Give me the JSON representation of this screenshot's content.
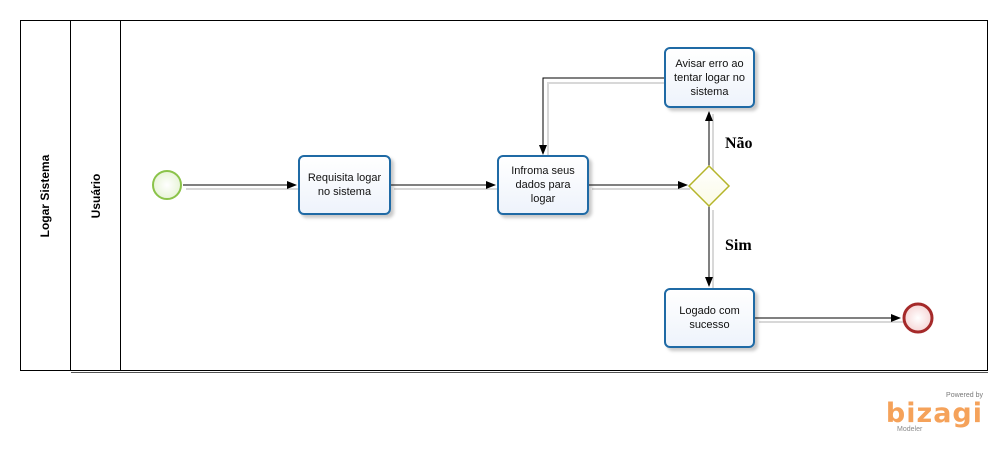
{
  "pool": {
    "label": "Logar Sistema"
  },
  "lane": {
    "label": "Usuário"
  },
  "tasks": {
    "request": "Requisita logar no sistema",
    "enter": "Infroma seus dados para logar",
    "error": "Avisar erro ao tentar logar no sistema",
    "success": "Logado com sucesso"
  },
  "flows": {
    "no": "Não",
    "yes": "Sim"
  },
  "branding": {
    "powered_by": "Powered by",
    "logo": "bizagi",
    "product": "Modeler"
  },
  "colors": {
    "task_border": "#1f6aa5",
    "start_event": "#8bc34a",
    "end_event": "#a52a2a",
    "gateway": "#b5b52a",
    "brand": "#f5a25a"
  }
}
